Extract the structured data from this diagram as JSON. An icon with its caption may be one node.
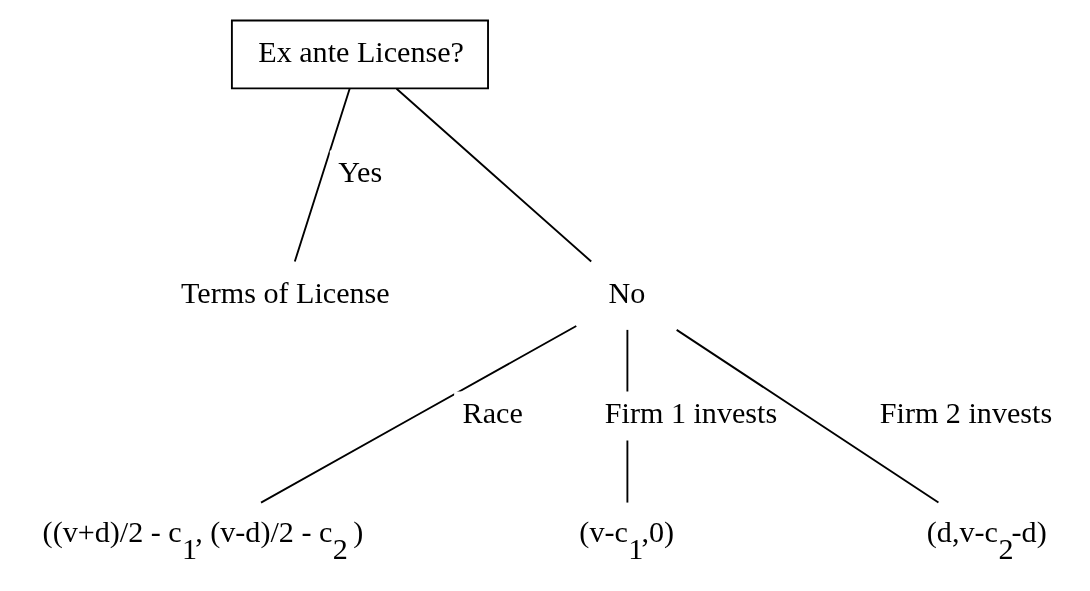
{
  "diagram": {
    "nodes": [
      {
        "text": [
          "Ex ante License?"
        ]
      },
      {
        "text": [
          "Terms of License"
        ]
      },
      {
        "text": [
          "No"
        ]
      },
      {
        "text": [
          "((v+d)/2 - c$_{1}$, (v-d)/2 - c$_{2}$ )"
        ]
      },
      {
        "text": [
          "(v-c$_{1}$,0)"
        ]
      },
      {
        "text": [
          "(d,v-c$_{2}$-d)"
        ]
      }
    ],
    "edges": [
      {
        "from": 0,
        "to": 1,
        "arrow": "none",
        "label": "Yes"
      },
      {
        "from": 0,
        "to": 2,
        "arrow": "none"
      },
      {
        "from": 2,
        "to": 3,
        "arrow": "none",
        "label": "Race"
      },
      {
        "from": 2,
        "to": 4,
        "arrow": "none",
        "label": "Firm 1 invests"
      },
      {
        "from": 2,
        "to": 5,
        "arrow": "none",
        "label": "Firm 2 invests"
      }
    ]
  }
}
